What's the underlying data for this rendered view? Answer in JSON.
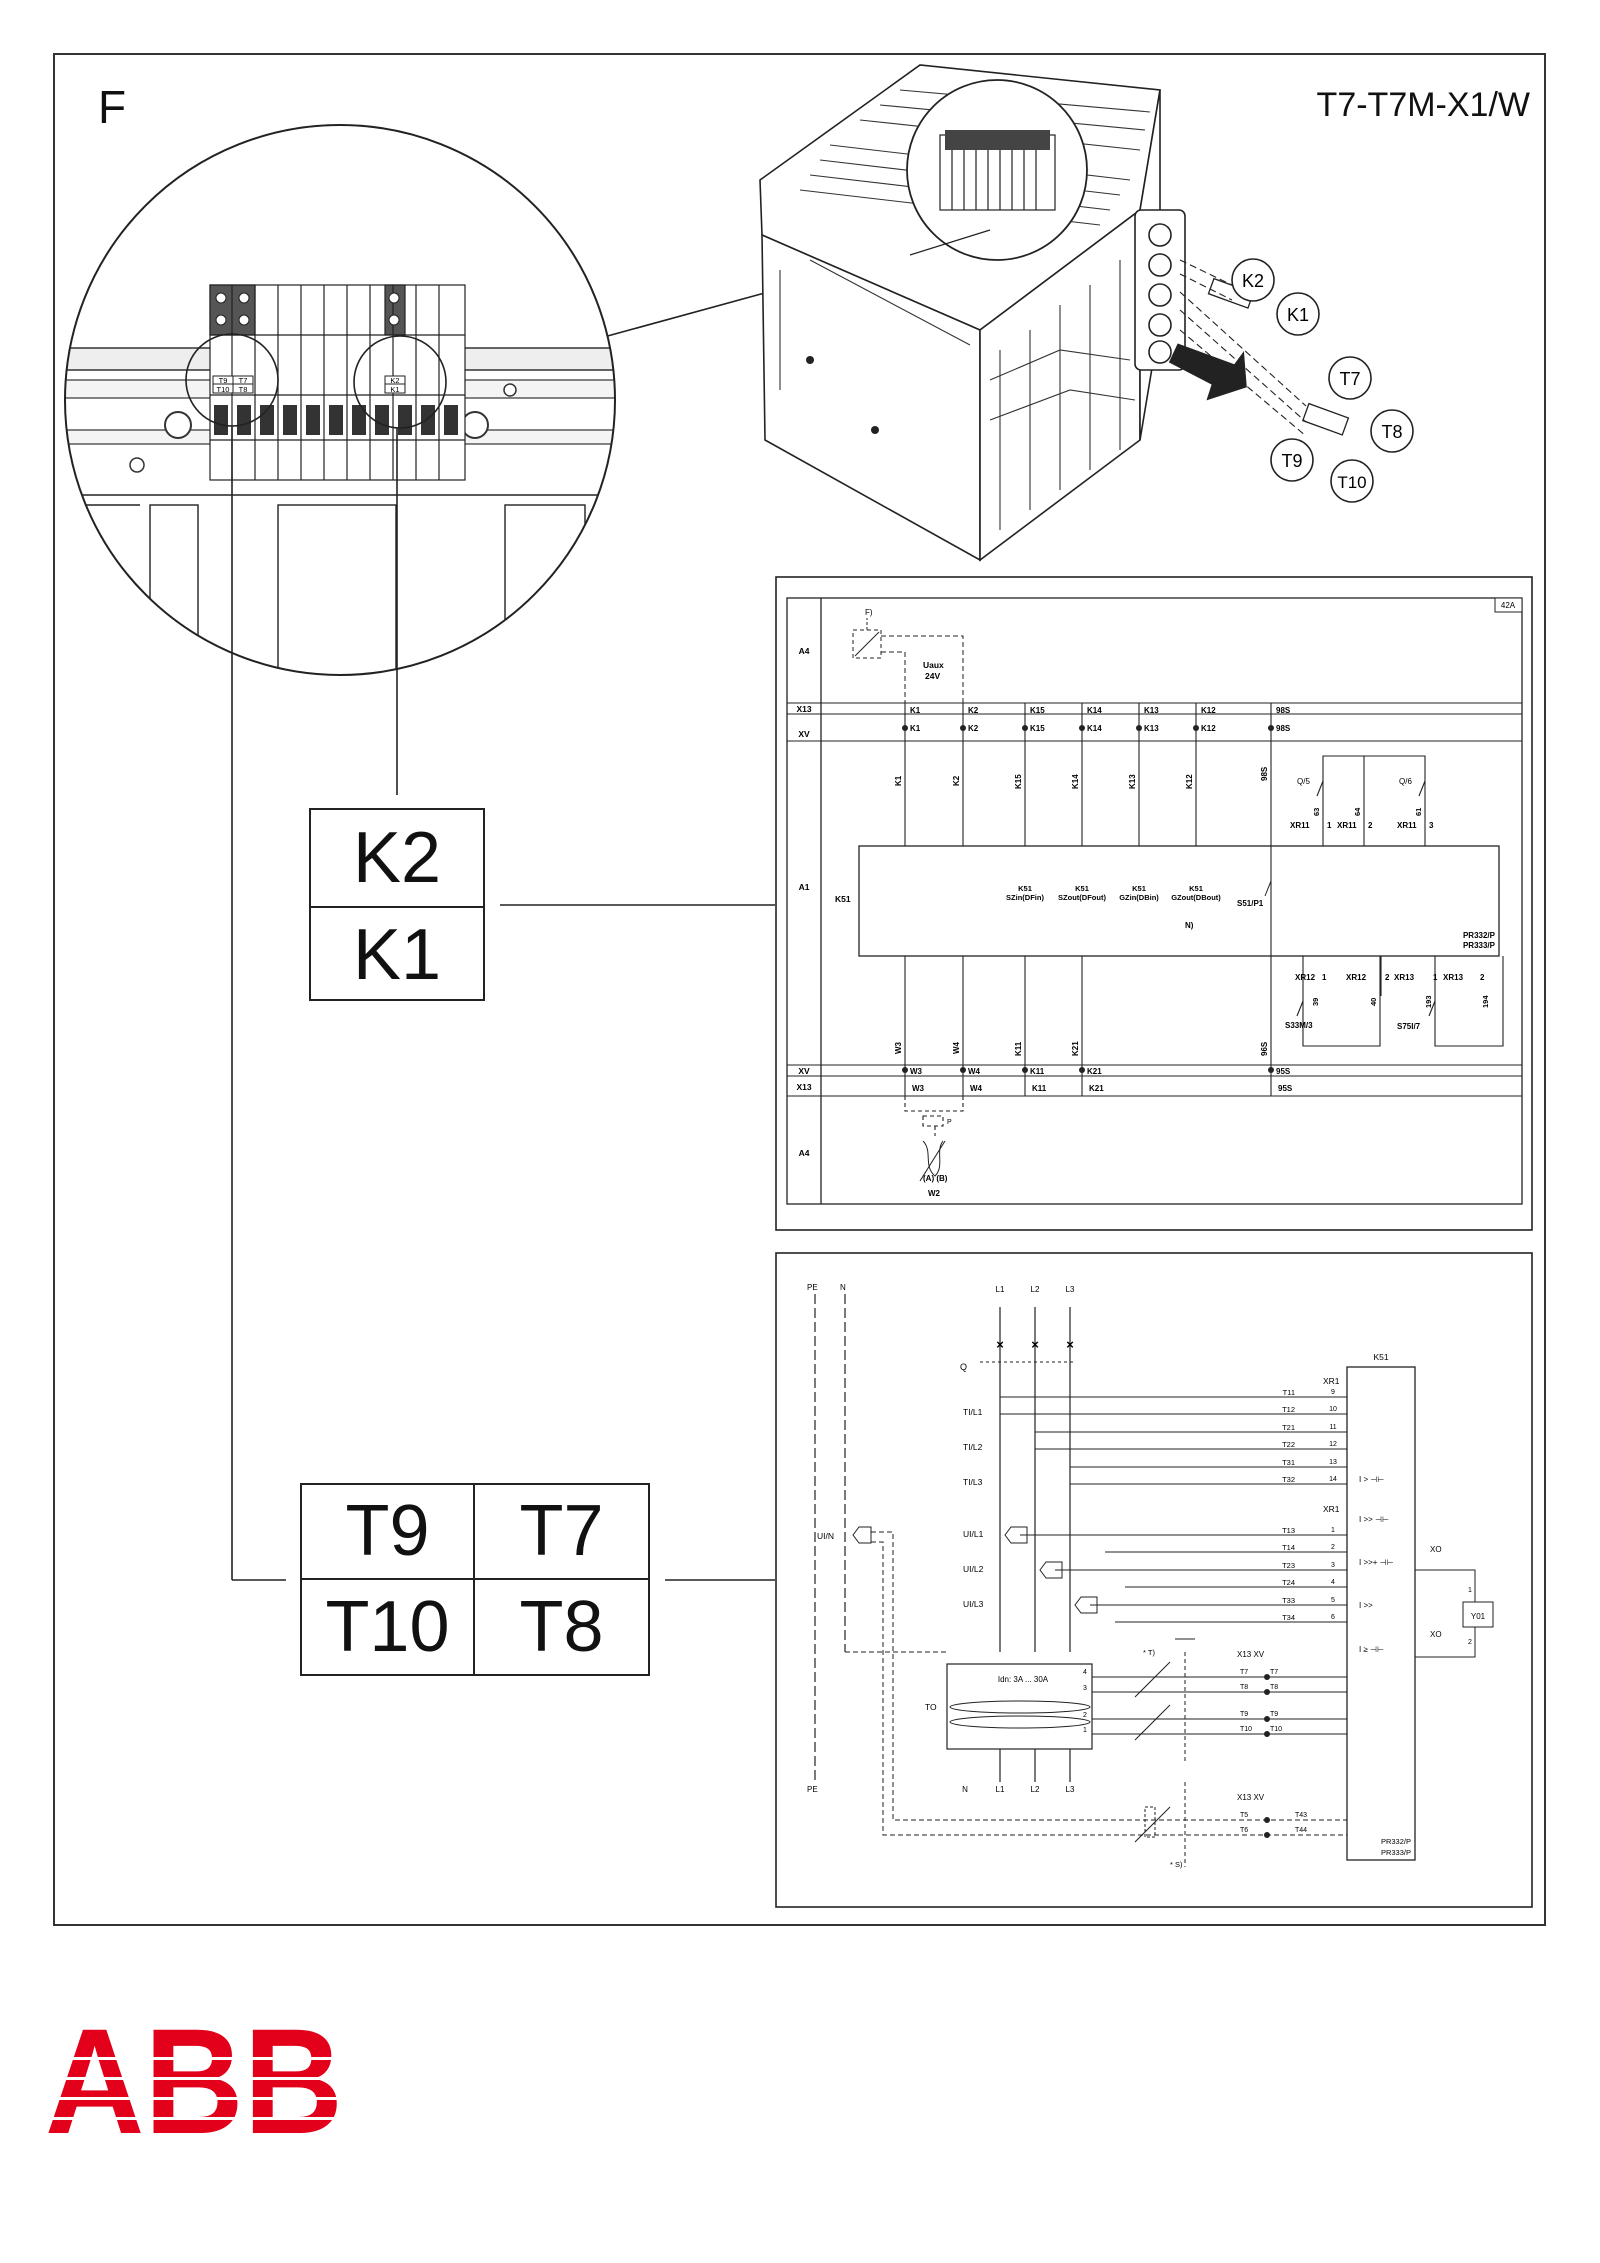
{
  "page": {
    "section_letter": "F",
    "model_code": "T7-T7M-X1/W"
  },
  "callouts": {
    "k2": "K2",
    "k1": "K1",
    "t7": "T7",
    "t8": "T8",
    "t9": "T9",
    "t10": "T10"
  },
  "label_box_k": {
    "top": "K2",
    "bottom": "K1"
  },
  "label_box_t": {
    "t9": "T9",
    "t7": "T7",
    "t10": "T10",
    "t8": "T8"
  },
  "zoom": {
    "tag_t9": "T9",
    "tag_t7": "T7",
    "tag_t10": "T10",
    "tag_t8": "T8",
    "tag_k2": "K2",
    "tag_k1": "K1"
  },
  "schematic_top": {
    "sheet": "42A",
    "rows": [
      "A4",
      "X13",
      "XV",
      "A1",
      "XV",
      "X13",
      "A4"
    ],
    "fuse": "F)",
    "supply": [
      "Uaux",
      "24V"
    ],
    "top_terminals": [
      "K1",
      "K2",
      "K15",
      "K14",
      "K13",
      "K12",
      "98S"
    ],
    "top_terminals_xv": [
      "K1",
      "K2",
      "K15",
      "K14",
      "K13",
      "K12",
      "98S"
    ],
    "wire_labels": [
      "K1",
      "K2",
      "K15",
      "K14",
      "K13",
      "K12",
      "98S"
    ],
    "relay_tag": "K51",
    "inner_tags": [
      [
        "K51",
        "SZin(DFin)"
      ],
      [
        "K51",
        "SZout(DFout)"
      ],
      [
        "K51",
        "GZin(DBin)"
      ],
      [
        "K51",
        "GZout(DBout)"
      ]
    ],
    "n_tag": "N)",
    "switch_tag": "S51/P1",
    "q5": "Q/5",
    "q6": "Q/6",
    "q_nums": [
      "63",
      "64",
      "61"
    ],
    "xr11": [
      "XR11",
      "1",
      "XR11",
      "2",
      "XR11",
      "3"
    ],
    "pr_tags": [
      "PR332/P",
      "PR333/P"
    ],
    "xr12": [
      "XR12",
      "1",
      "XR12",
      "2",
      "XR13",
      "1",
      "XR13",
      "2"
    ],
    "bottom_nums": [
      "39",
      "40",
      "193",
      "194"
    ],
    "s33": "S33M/3",
    "s75": "S75I/7",
    "bottom_wires": [
      "W3",
      "W4",
      "K11",
      "K21",
      "96S"
    ],
    "bottom_terminals": [
      "W3",
      "W4",
      "K11",
      "K21",
      "95S"
    ],
    "bottom_terminals_x13": [
      "W3",
      "W4",
      "K11",
      "K21",
      "95S"
    ],
    "p_tag": "P",
    "ab": "(A) (B)",
    "w2": "W2"
  },
  "schematic_bottom": {
    "pe": "PE",
    "n": "N",
    "lines": [
      "L1",
      "L2",
      "L3"
    ],
    "q": "Q",
    "ti": [
      "TI/L1",
      "TI/L2",
      "TI/L3"
    ],
    "ui": [
      "UI/L1",
      "UI/L2",
      "UI/L3"
    ],
    "uin": "UI/N",
    "k51": "K51",
    "xr1_a": "XR1",
    "xr1_b": "XR1",
    "t_upper": [
      "T11",
      "T12",
      "T21",
      "T22",
      "T31",
      "T32"
    ],
    "n_upper": [
      "9",
      "10",
      "11",
      "12",
      "13",
      "14"
    ],
    "t_lower": [
      "T13",
      "T14",
      "T23",
      "T24",
      "T33",
      "T34"
    ],
    "n_lower": [
      "1",
      "2",
      "3",
      "4",
      "5",
      "6"
    ],
    "protect": [
      "I > ⊣⊢",
      "I >> ⊣⊢",
      "I >>+ ⊣⊢",
      "I >>",
      "I ≥ ⊣⊢"
    ],
    "xo_a": "XO",
    "xo_b": "XO",
    "y01": "Y01",
    "xo_n1": "1",
    "xo_n2": "2",
    "to": "TO",
    "idn": "Idn: 3A ... 30A",
    "to_pins": [
      "4",
      "3",
      "2",
      "1"
    ],
    "to_bottom": [
      "N",
      "L1",
      "L2",
      "L3"
    ],
    "t_note": "* T)",
    "s_note": "* S)",
    "x13xv_a": "X13  XV",
    "x13xv_b": "X13  XV",
    "tx_a": [
      "T7",
      "T7",
      "T8",
      "T8",
      "T9",
      "T9",
      "T10",
      "T10"
    ],
    "tx_b": [
      "T5",
      "T43",
      "T6",
      "T44"
    ],
    "pe_bottom": "PE",
    "pr_tags": [
      "PR332/P",
      "PR333/P"
    ]
  },
  "brand": {
    "logo": "ABB",
    "color": "#e2001a"
  }
}
